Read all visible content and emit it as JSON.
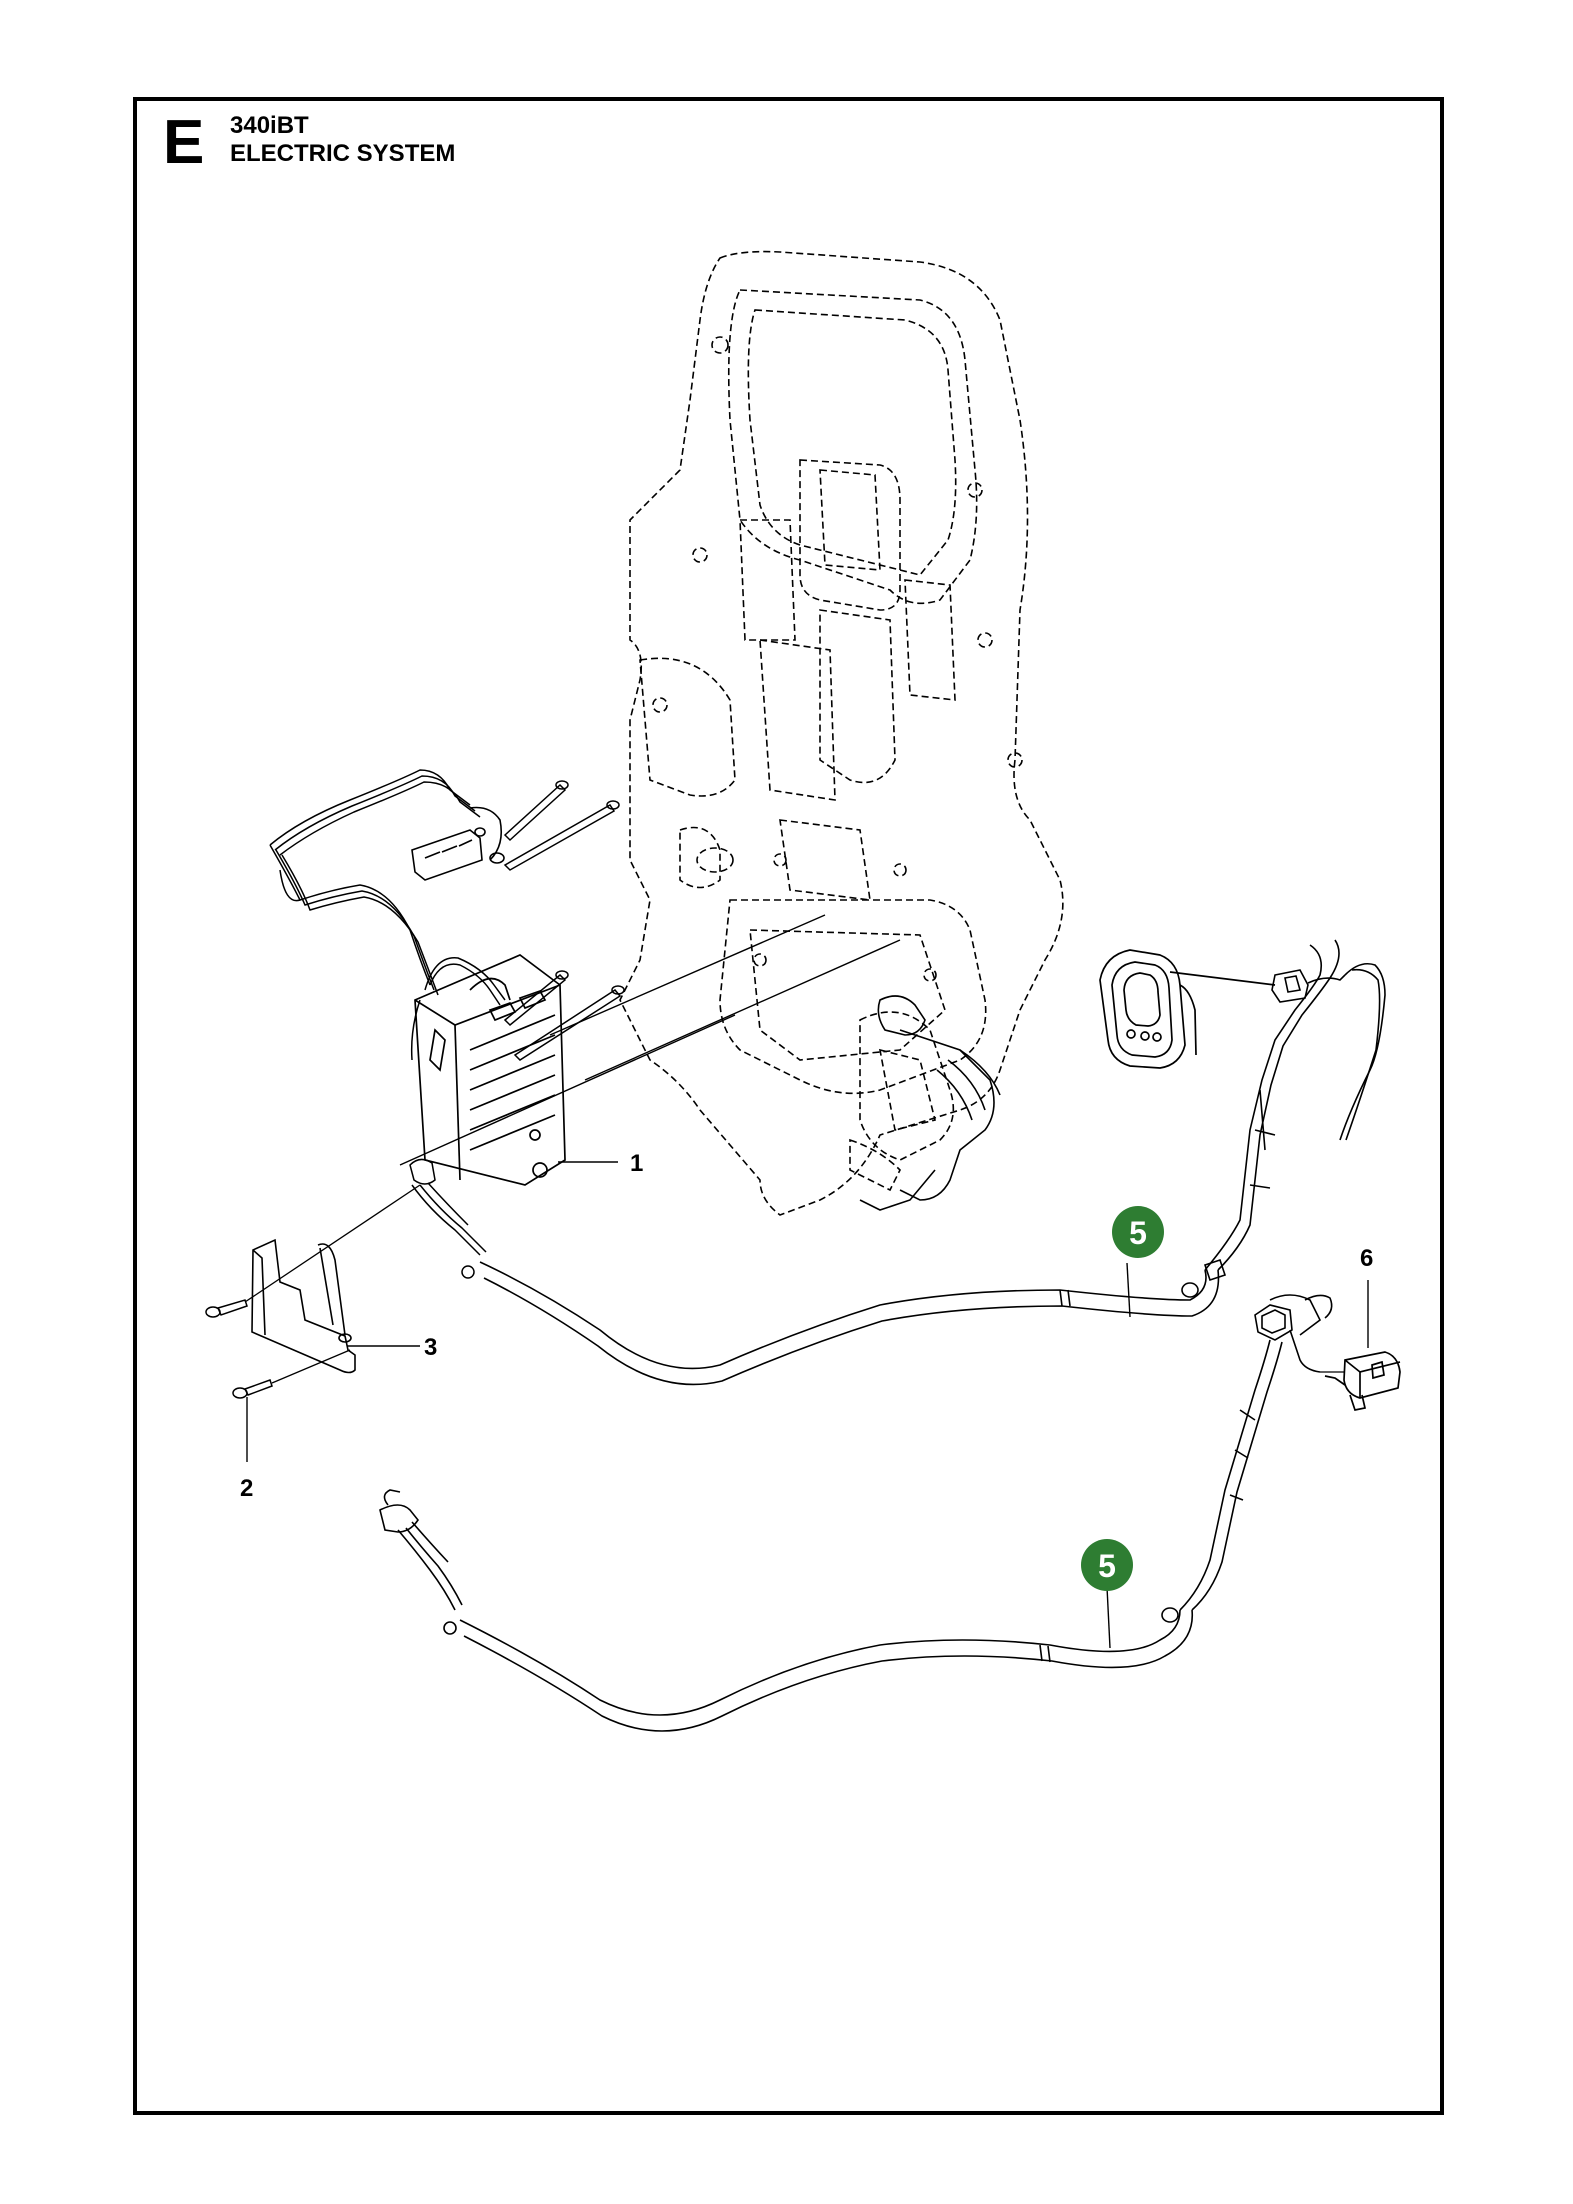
{
  "header": {
    "section_letter": "E",
    "model": "340iBT",
    "title": "ELECTRIC SYSTEM"
  },
  "callouts": {
    "item_1": "1",
    "item_2": "2",
    "item_3": "3",
    "item_5_upper": "5",
    "item_5_lower": "5",
    "item_6": "6"
  },
  "colors": {
    "badge_fill": "#2e7d32",
    "line": "#000000"
  }
}
